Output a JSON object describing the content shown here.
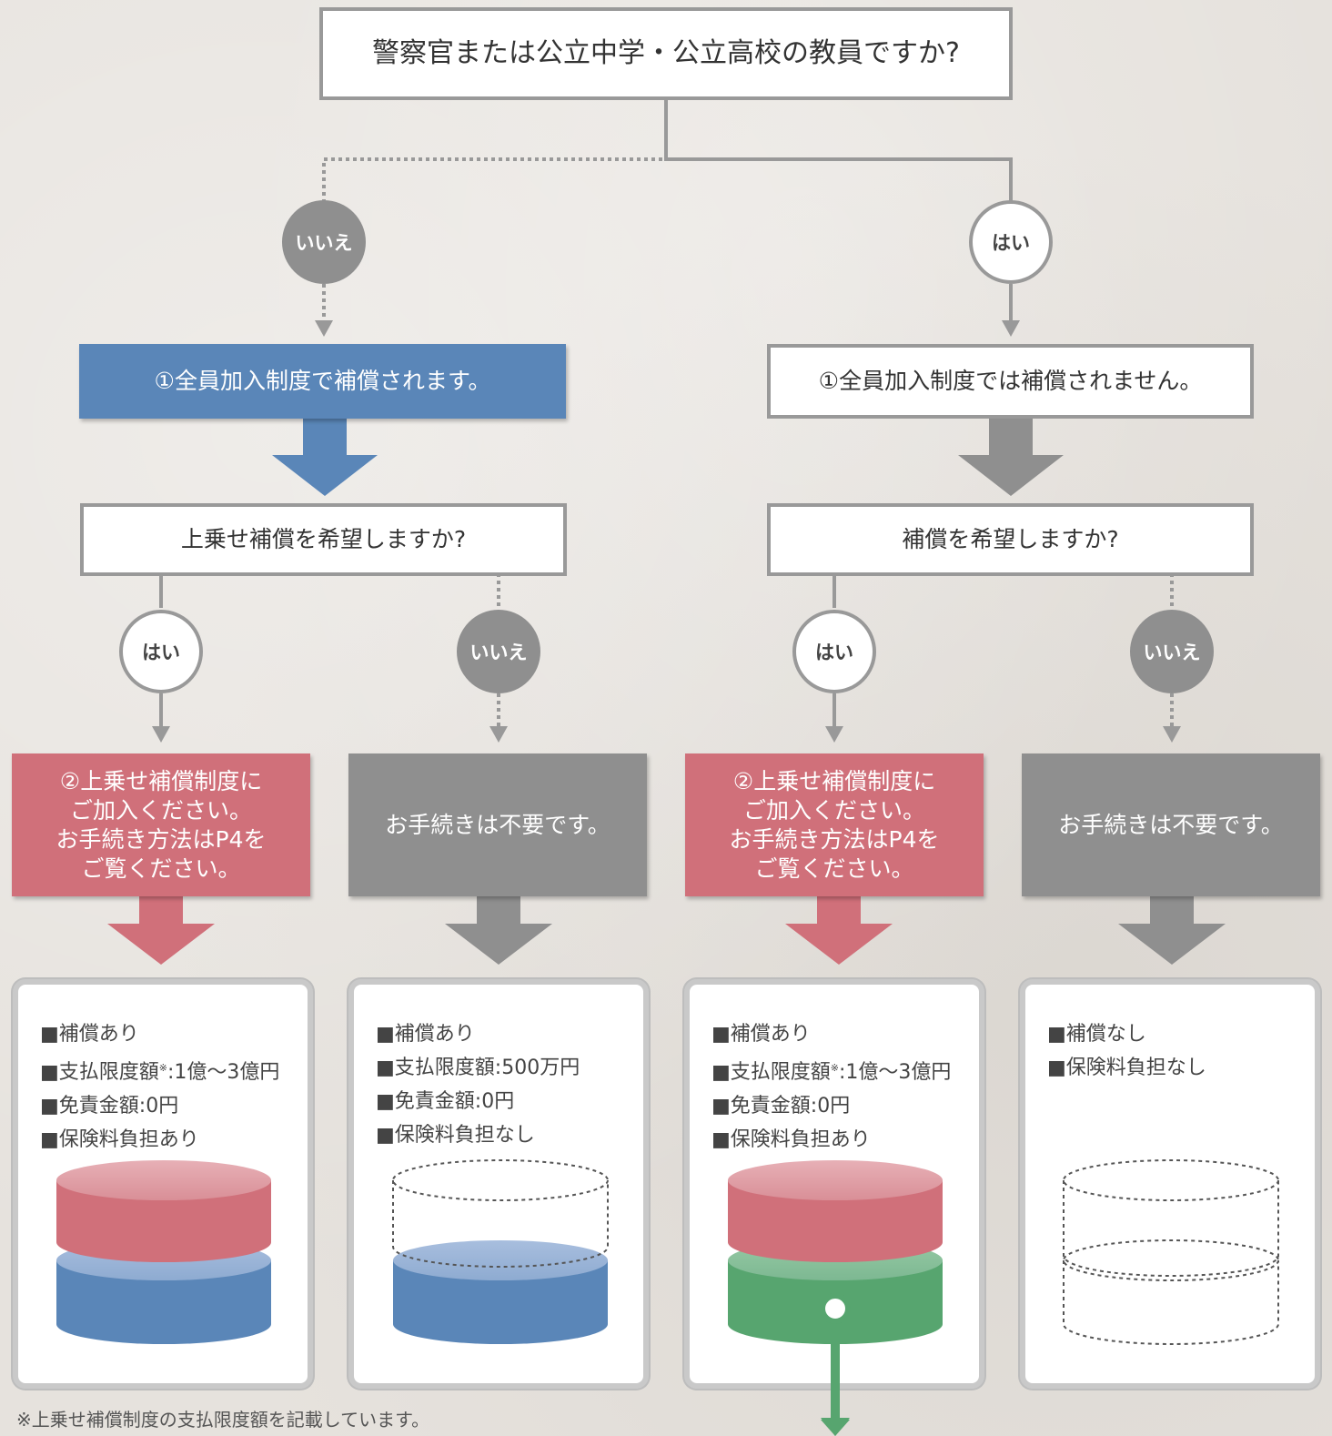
{
  "question_main": "警察官または公立中学・公立高校の教員ですか?",
  "branch_no": {
    "label": "いいえ"
  },
  "branch_yes": {
    "label": "はい"
  },
  "left": {
    "result": "①全員加入制度で補償されます。",
    "question": "上乗せ補償を希望しますか?",
    "yes_label": "はい",
    "no_label": "いいえ",
    "action_yes": [
      "②上乗せ補償制度に",
      "ご加入ください。",
      "お手続き方法はP4を",
      "ご覧ください。"
    ],
    "action_no": "お手続きは不要です。"
  },
  "right": {
    "result": "①全員加入制度では補償されません。",
    "question": "補償を希望しますか?",
    "yes_label": "はい",
    "no_label": "いいえ",
    "action_yes": [
      "②上乗せ補償制度に",
      "ご加入ください。",
      "お手続き方法はP4を",
      "ご覧ください。"
    ],
    "action_no": "お手続きは不要です。"
  },
  "cards": [
    {
      "lines": [
        "■補償あり",
        "■支払限度額",
        "■免責金額:0円",
        "■保険料負担あり"
      ],
      "limit_value": ":1億〜3億円",
      "note_mark": "※",
      "top_layer": "red",
      "bottom_layer": "blue"
    },
    {
      "lines": [
        "■補償あり",
        "■支払限度額:500万円",
        "■免責金額:0円",
        "■保険料負担なし"
      ],
      "top_layer": "empty",
      "bottom_layer": "blue"
    },
    {
      "lines": [
        "■補償あり",
        "■支払限度額",
        "■免責金額:0円",
        "■保険料負担あり"
      ],
      "limit_value": ":1億〜3億円",
      "note_mark": "※",
      "top_layer": "red",
      "bottom_layer": "green"
    },
    {
      "lines": [
        "■補償なし",
        "■保険料負担なし"
      ],
      "top_layer": "empty",
      "bottom_layer": "empty"
    }
  ],
  "footnote": "※上乗せ補償制度の支払限度額を記載しています。",
  "colors": {
    "blue": "#5a86b8",
    "red": "#d0707a",
    "gray": "#8f8f8f",
    "green": "#57a56f",
    "border": "#999999"
  }
}
